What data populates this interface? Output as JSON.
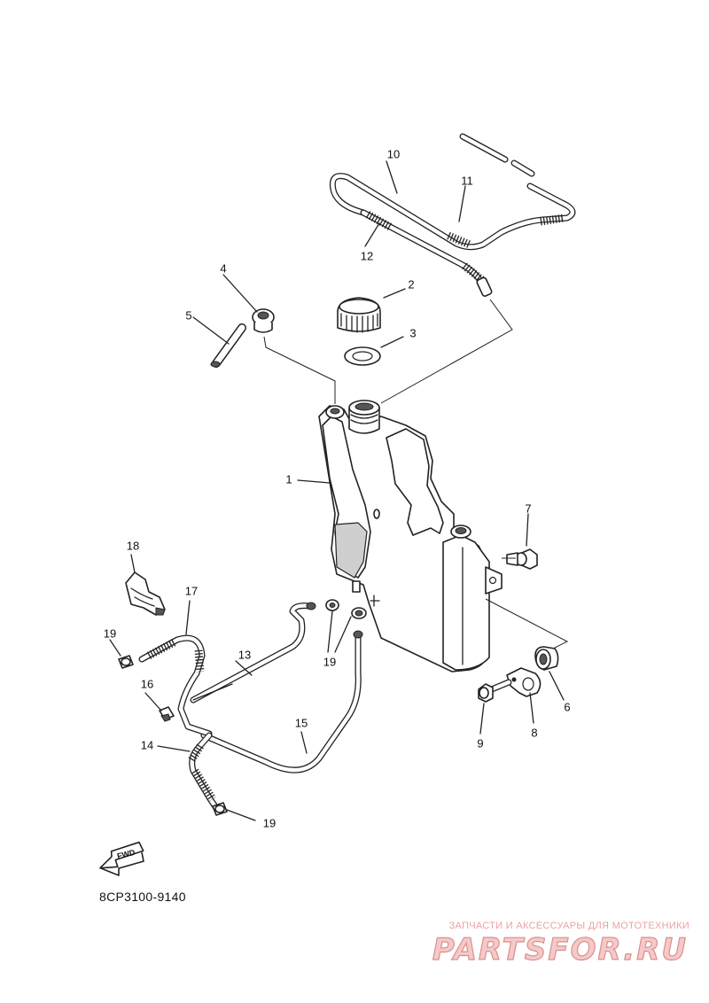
{
  "diagram": {
    "code": "8CP3100-9140",
    "fwd_label": "FWD"
  },
  "callouts": {
    "c1": "1",
    "c2": "2",
    "c3": "3",
    "c4": "4",
    "c5": "5",
    "c6": "6",
    "c7": "7",
    "c8": "8",
    "c9": "9",
    "c10": "10",
    "c11": "11",
    "c12": "12",
    "c13": "13",
    "c14": "14",
    "c15": "15",
    "c16": "16",
    "c17": "17",
    "c18": "18",
    "c19a": "19",
    "c19b": "19",
    "c19c": "19"
  },
  "watermark": {
    "tagline": "ЗАПЧАСТИ И АКСЕССУАРЫ ДЛЯ МОТОТЕХНИКИ",
    "logo": "PARTSFOR.RU"
  }
}
